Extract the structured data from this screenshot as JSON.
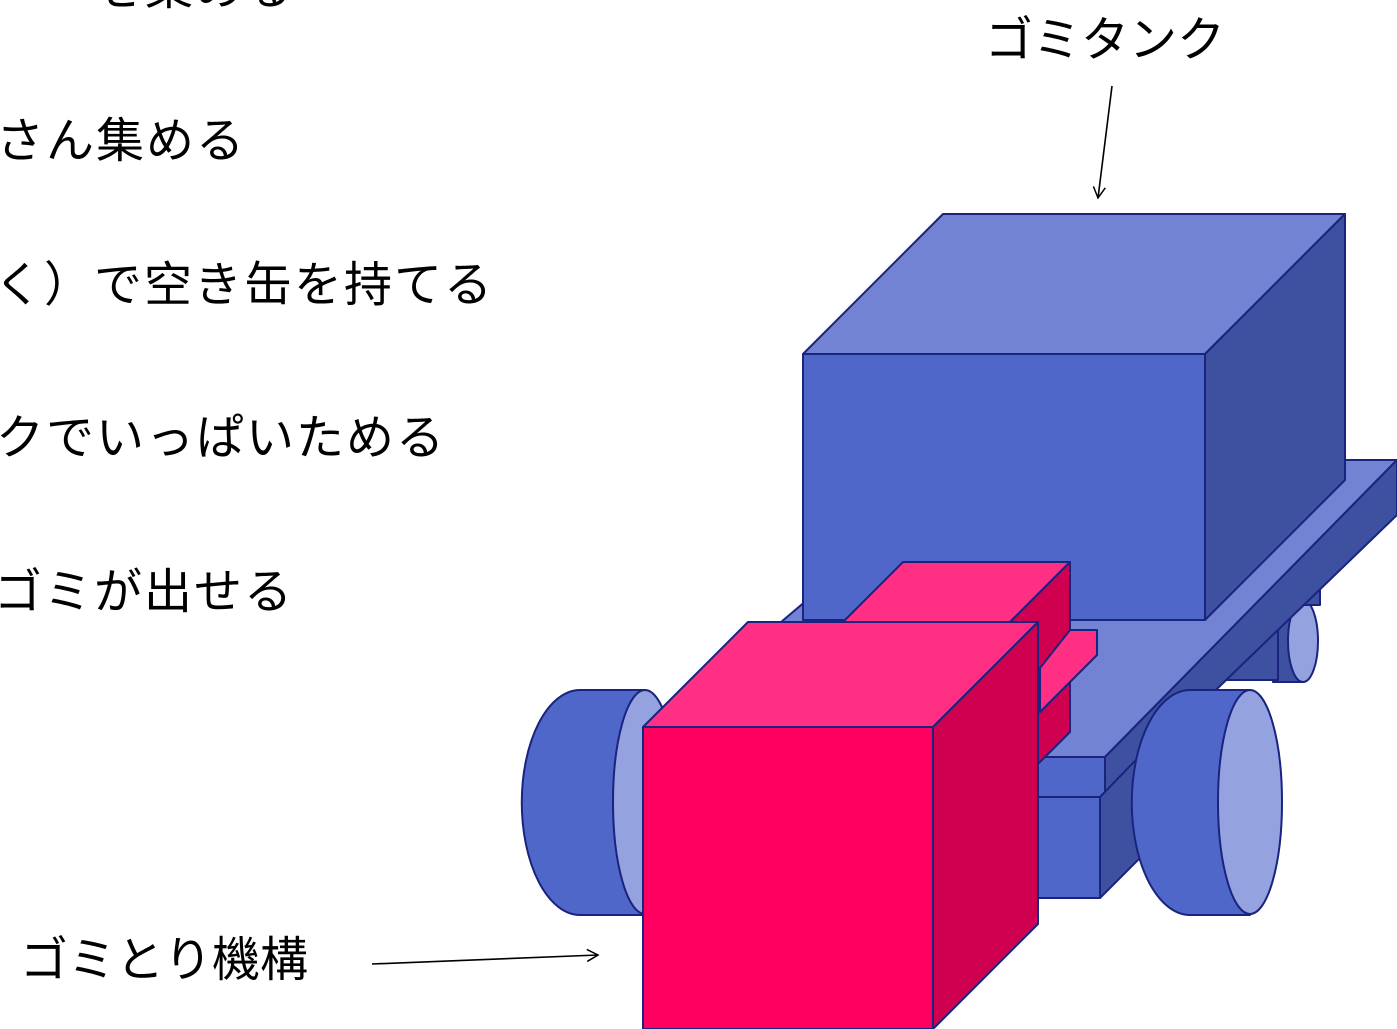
{
  "bullets": [
    "を集める",
    "さん集める",
    "く）で空き缶を持てる",
    "クでいっぱいためる",
    "ゴミが出せる"
  ],
  "labels": {
    "tank": "ゴミタンク",
    "pickup": "ゴミとり機構"
  },
  "colors": {
    "blue_front": "#4F67C8",
    "blue_top": "#7183D2",
    "blue_side": "#3E51A0",
    "blue_light": "#94A3DF",
    "pink_front": "#FF0060",
    "pink_top": "#FF3084",
    "pink_side": "#D00050",
    "outline": "#1A237E"
  },
  "icons": {
    "robot": "trash-collecting-robot-icon"
  }
}
